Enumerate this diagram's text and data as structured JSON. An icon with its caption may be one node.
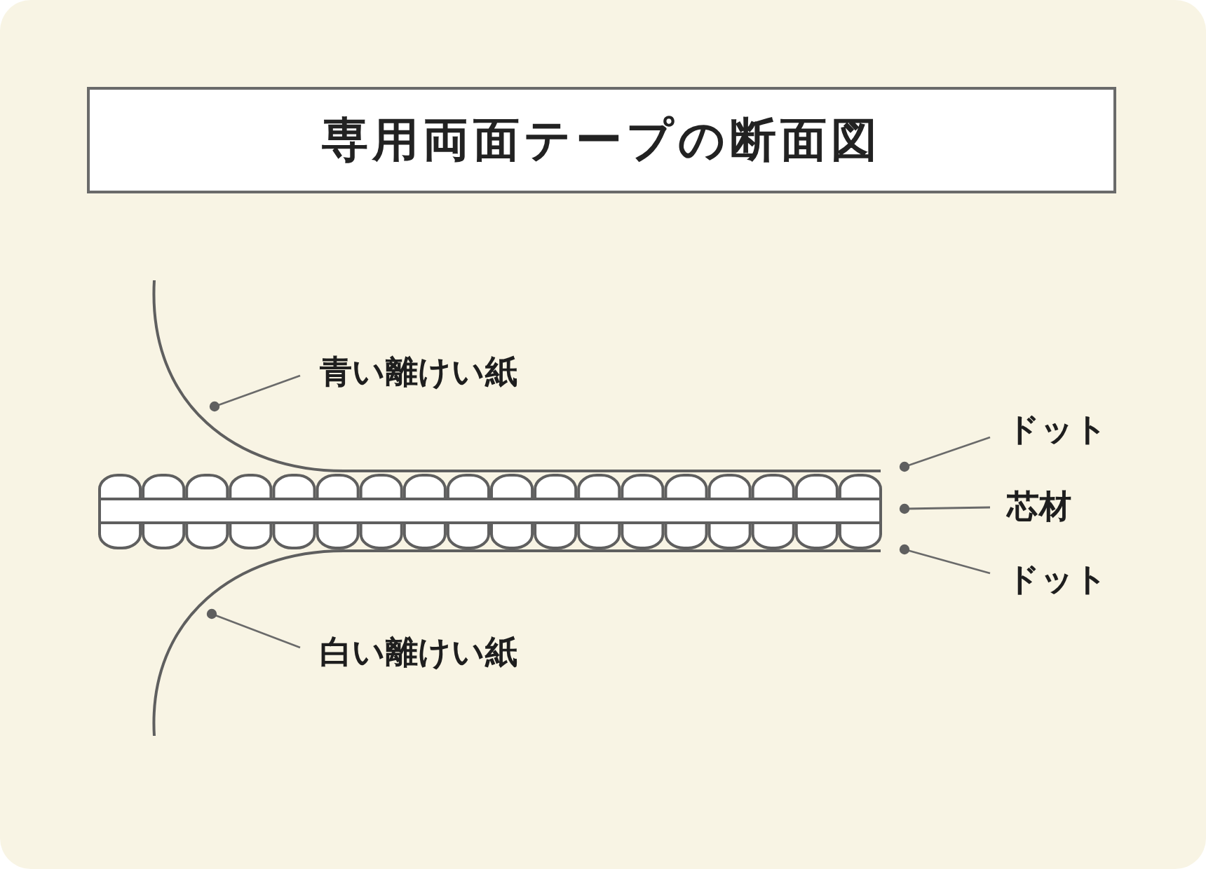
{
  "diagram": {
    "title": "専用両面テープの断面図",
    "nodes": [
      {
        "text": [
          "青い離けい紙"
        ]
      },
      {
        "text": [
          "ドット"
        ]
      },
      {
        "text": [
          "芯材"
        ]
      },
      {
        "text": [
          "ドット"
        ]
      },
      {
        "text": [
          "白い離けい紙"
        ]
      }
    ],
    "edges": [
      {
        "from": 0,
        "to": null,
        "arrow": "other"
      },
      {
        "from": 1,
        "to": null,
        "arrow": "other"
      },
      {
        "from": 2,
        "to": null,
        "arrow": "other"
      },
      {
        "from": 3,
        "to": null,
        "arrow": "other"
      },
      {
        "from": 4,
        "to": null,
        "arrow": "other"
      }
    ]
  }
}
